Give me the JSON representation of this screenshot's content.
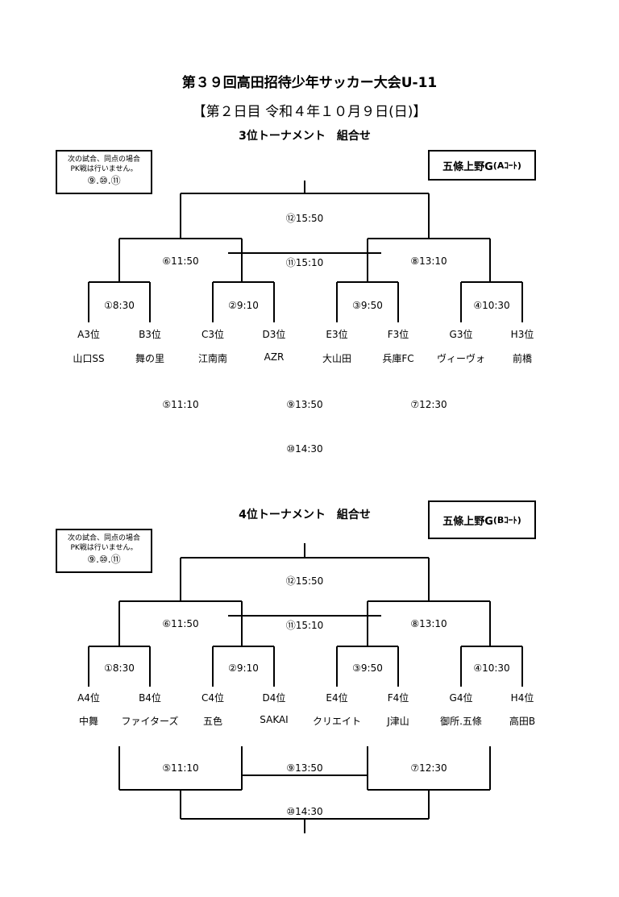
{
  "title": "第３９回高田招待少年サッカー大会U-11",
  "subtitle": "【第２日目 令和４年１０月９日(日)】",
  "brackets": [
    {
      "heading": "3位トーナメント　組合せ",
      "note": {
        "line1": "次の試合、同点の場合",
        "line2": "PK戦は行いません。",
        "line3": "⑨.⑩.⑪"
      },
      "venue": {
        "name": "五條上野G",
        "court": "(Aｺｰﾄ)"
      },
      "matches": {
        "m12": "⑫15:50",
        "m6": "⑥11:50",
        "m11": "⑪15:10",
        "m8": "⑧13:10",
        "m1": "①8:30",
        "m2": "②9:10",
        "m3": "③9:50",
        "m4": "④10:30",
        "m5": "⑤11:10",
        "m9": "⑨13:50",
        "m7": "⑦12:30",
        "m10": "⑩14:30"
      },
      "seeds": [
        "A3位",
        "B3位",
        "C3位",
        "D3位",
        "E3位",
        "F3位",
        "G3位",
        "H3位"
      ],
      "teams": [
        "山口SS",
        "舞の里",
        "江南南",
        "AZR",
        "大山田",
        "兵庫FC",
        "ヴィーヴォ",
        "前橋"
      ]
    },
    {
      "heading": "4位トーナメント　組合せ",
      "note": {
        "line1": "次の試合、同点の場合",
        "line2": "PK戦は行いません。",
        "line3": "⑨.⑩.⑪"
      },
      "venue": {
        "name": "五條上野G",
        "court": "(Bｺｰﾄ)"
      },
      "matches": {
        "m12": "⑫15:50",
        "m6": "⑥11:50",
        "m11": "⑪15:10",
        "m8": "⑧13:10",
        "m1": "①8:30",
        "m2": "②9:10",
        "m3": "③9:50",
        "m4": "④10:30",
        "m5": "⑤11:10",
        "m9": "⑨13:50",
        "m7": "⑦12:30",
        "m10": "⑩14:30"
      },
      "seeds": [
        "A4位",
        "B4位",
        "C4位",
        "D4位",
        "E4位",
        "F4位",
        "G4位",
        "H4位"
      ],
      "teams": [
        "中舞",
        "ファイターズ",
        "五色",
        "SAKAI",
        "クリエイト",
        "J津山",
        "御所.五條",
        "高田B"
      ]
    }
  ]
}
